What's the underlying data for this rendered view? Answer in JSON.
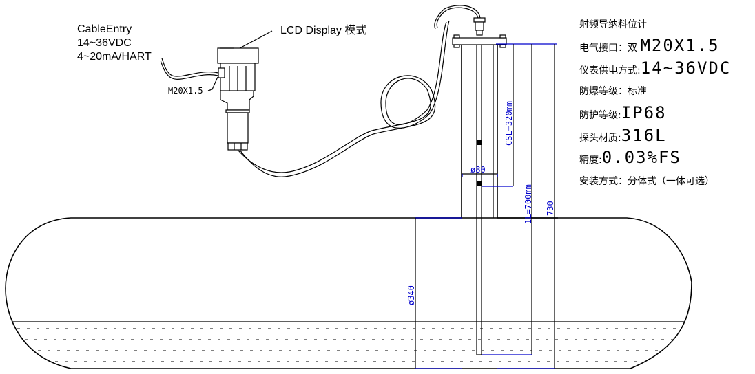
{
  "title": "射频导纳料位计",
  "callouts": {
    "cable_entry": [
      "CableEntry",
      "14~36VDC",
      "4~20mA/HART"
    ],
    "lcd_display": "LCD Display 模式",
    "thread": "M20X1.5"
  },
  "specs": [
    {
      "label": "射频导纳料位计",
      "value": ""
    },
    {
      "label": "电气接口：双 ",
      "value": "M20X1.5"
    },
    {
      "label": "仪表供电方式:",
      "value": "14~36VDC"
    },
    {
      "label": "防爆等级：标准",
      "value": ""
    },
    {
      "label": "防护等级:",
      "value": "IP68"
    },
    {
      "label": "探头材质:",
      "value": "316L"
    },
    {
      "label": "精度:",
      "value": "0.03%FS"
    },
    {
      "label": "安装方式：",
      "value": "分体式（一体可选）"
    }
  ],
  "dimensions": {
    "csl": "CSL=320mm",
    "flange_dia": "ø80",
    "probe_length": "1L=700mm",
    "total": "730",
    "tank_dia": "ø340"
  },
  "colors": {
    "line": "#000000",
    "dimension": "#0000cc",
    "background": "#ffffff"
  }
}
